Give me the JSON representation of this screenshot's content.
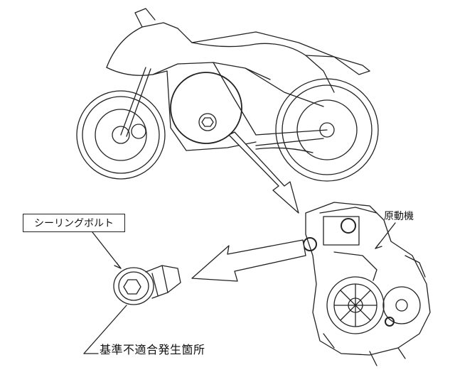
{
  "labels": {
    "sealing_bolt": "シーリングボルト",
    "engine": "原動機",
    "issue_location": "基準不適合発生箇所"
  },
  "icons": [
    "motorcycle-illustration",
    "engine-illustration",
    "sealing-bolt-illustration",
    "arrow-icon"
  ],
  "colors": {
    "line": "#222222",
    "background": "#ffffff"
  }
}
